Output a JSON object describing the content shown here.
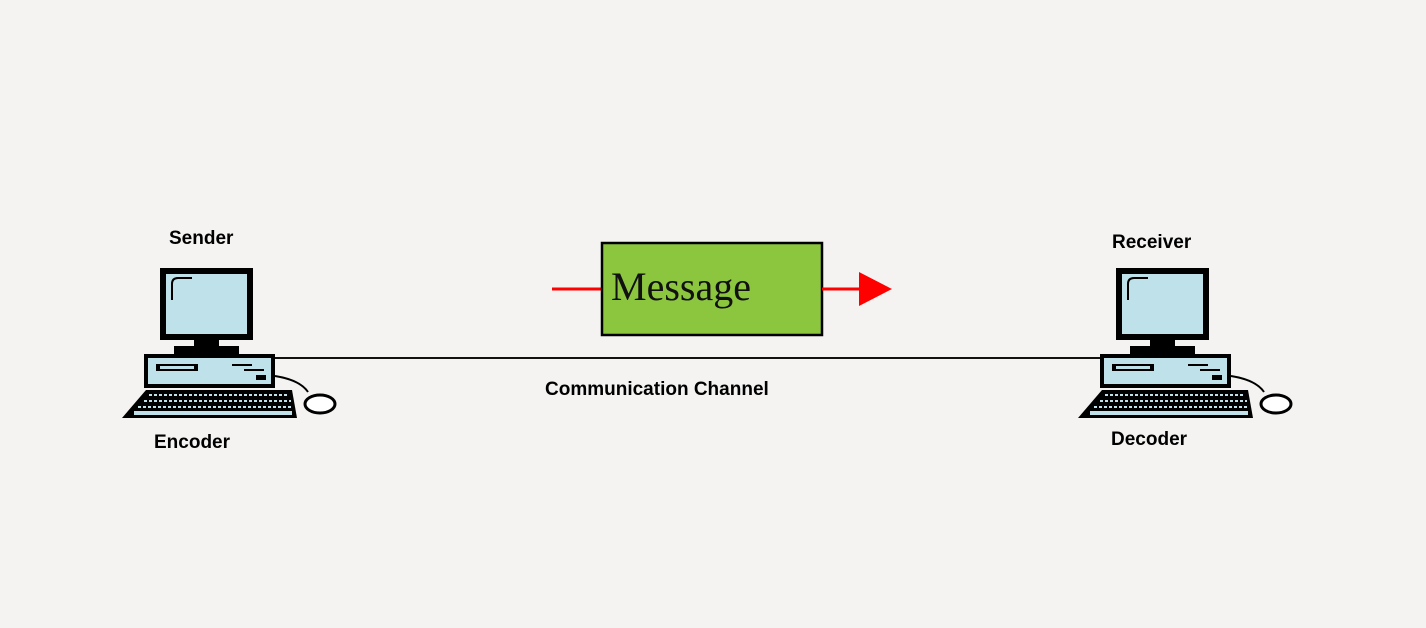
{
  "diagram": {
    "sender": {
      "role_label": "Sender",
      "device_label": "Encoder",
      "icon": "desktop-computer-icon"
    },
    "receiver": {
      "role_label": "Receiver",
      "device_label": "Decoder",
      "icon": "desktop-computer-icon"
    },
    "channel": {
      "label": "Communication Channel"
    },
    "message": {
      "label": "Message",
      "box_color": "#8cc63f",
      "arrow_color": "#ff0000"
    }
  }
}
